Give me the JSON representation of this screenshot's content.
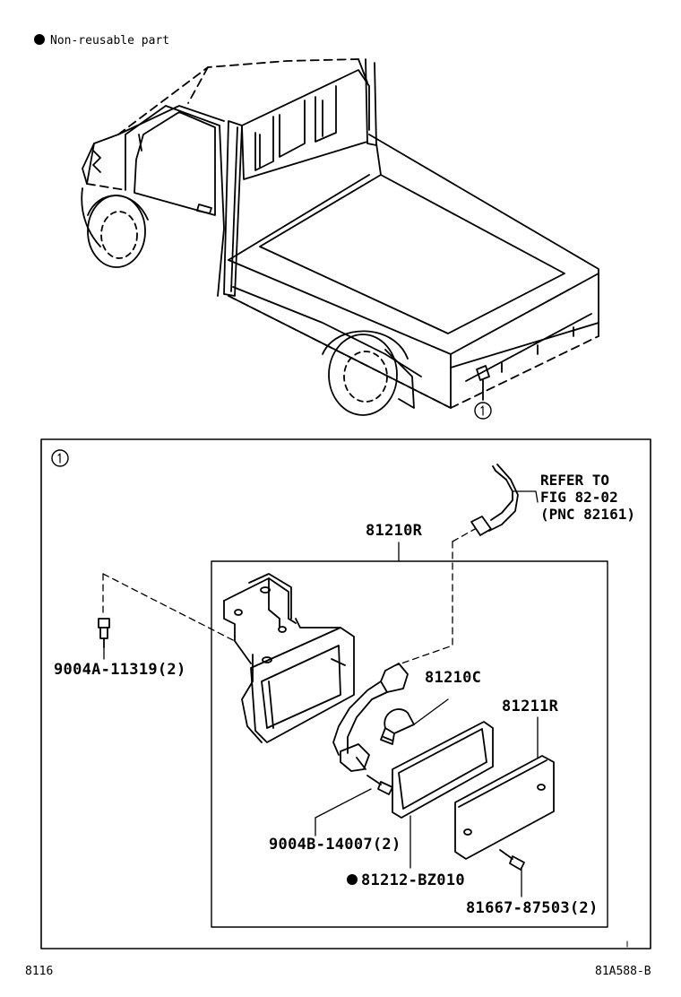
{
  "legend": {
    "symbol": "●",
    "text": "Non-reusable part"
  },
  "callout": {
    "marker": "①"
  },
  "parts": {
    "lamp_assy": "81210R",
    "bulb": "81210C",
    "lens": "81211R",
    "bracket_bolt": "9004A-11319(2)",
    "lamp_screw": "9004B-14007(2)",
    "gasket": "81212-BZ010",
    "lens_screw": "81667-87503(2)"
  },
  "refer": {
    "line1": "REFER TO",
    "line2": "FIG 82-02",
    "line3": "(PNC 82161)"
  },
  "footer": {
    "page": "8116",
    "code": "81A588-B"
  }
}
